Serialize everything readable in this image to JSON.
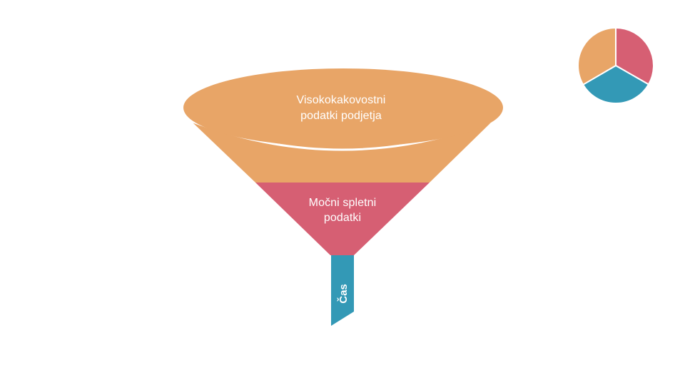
{
  "slide": {
    "funnel": {
      "top_label_line1": "Visokokakovostni",
      "top_label_line2": "podatki podjetja",
      "middle_label_line1": "Močni spletni",
      "middle_label_line2": "podatki",
      "spout_label": "Čas"
    },
    "colors": {
      "orange": "#E8A567",
      "pink": "#D65F73",
      "blue": "#3399B6",
      "background": "#FFFFFF"
    },
    "pie_icon": {
      "segments": [
        {
          "color": "#D65F73",
          "fraction": 0.333
        },
        {
          "color": "#3399B6",
          "fraction": 0.333
        },
        {
          "color": "#E8A567",
          "fraction": 0.334
        }
      ]
    }
  }
}
